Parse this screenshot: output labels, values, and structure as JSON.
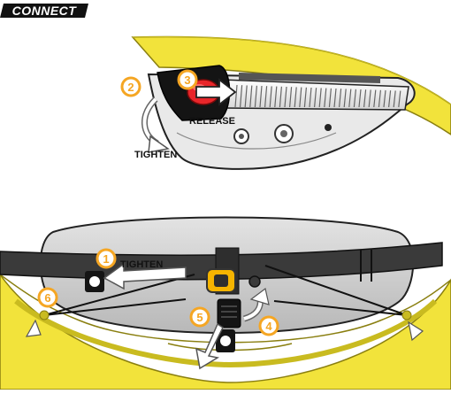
{
  "brand": {
    "logo_text": "CONNECT"
  },
  "top_diagram": {
    "steps": [
      {
        "number": "2",
        "name": "step-2"
      },
      {
        "number": "3",
        "name": "step-3"
      }
    ],
    "labels": {
      "release": "RELEASE",
      "tighten": "TIGHTEN"
    }
  },
  "bottom_diagram": {
    "steps": [
      {
        "number": "1"
      },
      {
        "number": "4"
      },
      {
        "number": "5"
      },
      {
        "number": "6"
      }
    ],
    "labels": {
      "tighten": "TIGHTEN"
    }
  },
  "colors": {
    "hull_yellow": "#f2e33b",
    "step_orange": "#f5a623",
    "release_red": "#e8262a",
    "strap_dark": "#3a3a3a",
    "pad_grey": "#c9c9c9"
  }
}
